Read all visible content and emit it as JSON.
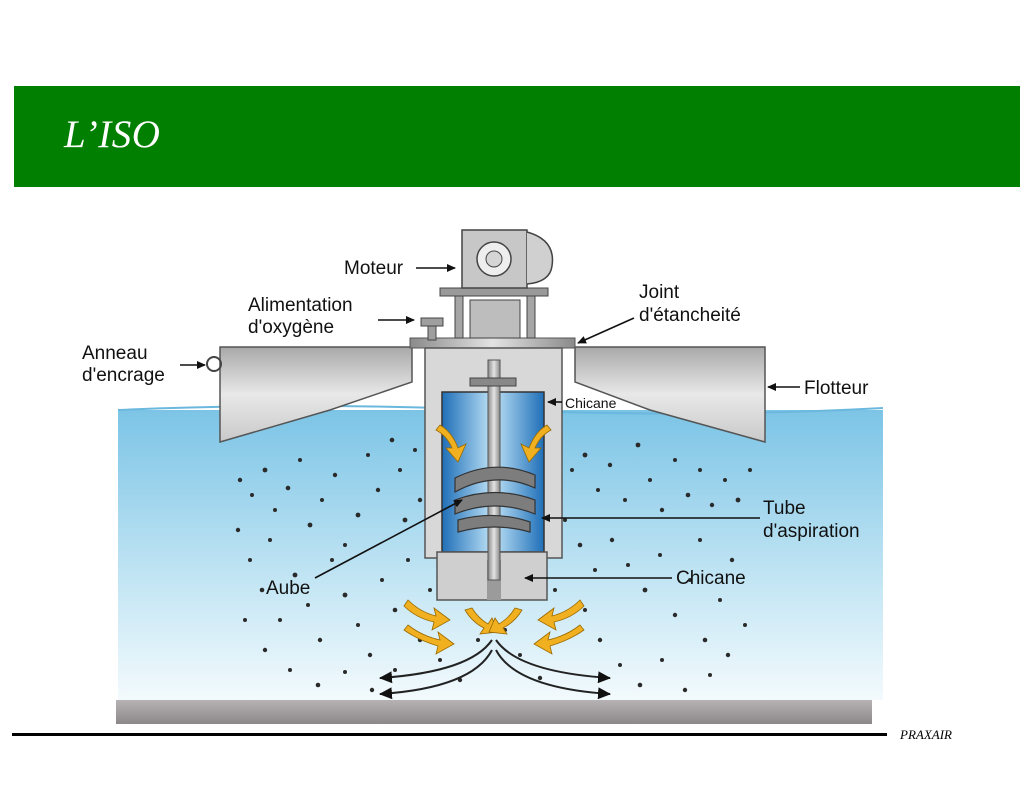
{
  "slide": {
    "title": "L’ISO",
    "footer_brand": "PRAXAIR"
  },
  "diagram": {
    "labels": {
      "moteur": "Moteur",
      "alimentation_line1": "Alimentation",
      "alimentation_line2": "d'oxygène",
      "joint_line1": "Joint",
      "joint_line2": "d'étancheité",
      "anneau_line1": "Anneau",
      "anneau_line2": "d'encrage",
      "flotteur": "Flotteur",
      "chicane_top": "Chicane",
      "tube_line1": "Tube",
      "tube_line2": "d'aspiration",
      "aube": "Aube",
      "chicane_bottom": "Chicane"
    },
    "colors": {
      "header_green": "#007f00",
      "water_blue": "#9fd3ea",
      "tube_blue": "#4fa3dd",
      "flow_arrows": "#f0b020"
    }
  }
}
